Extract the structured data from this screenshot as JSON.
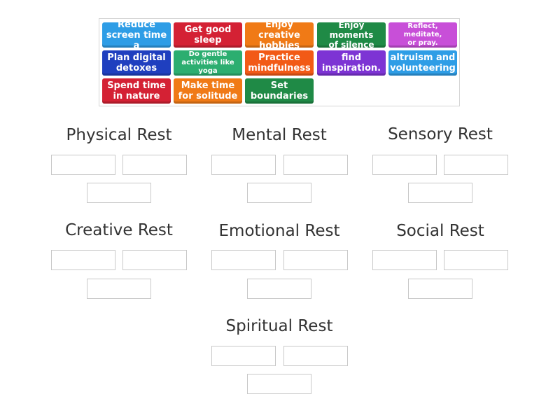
{
  "tiles": [
    {
      "label": "Reduce\nscreen time a",
      "color": "#2e9de6"
    },
    {
      "label": "Get good\nsleep",
      "color": "#d42134"
    },
    {
      "label": "Enjoy creative\nhobbies",
      "color": "#f07a16"
    },
    {
      "label": "Enjoy moments\nof silence",
      "color": "#1f8a46"
    },
    {
      "label": "Reflect, meditate,\nor pray.",
      "color": "#c84fd8"
    },
    {
      "label": "Plan digital\ndetoxes",
      "color": "#1f3fbf"
    },
    {
      "label": "Do gentle\nactivities like yoga",
      "color": "#2cae70"
    },
    {
      "label": "Practice\nmindfulness",
      "color": "#f25a16"
    },
    {
      "label": "find\ninspiration.",
      "color": "#7d34d4"
    },
    {
      "label": "altruism and\nvolunteering",
      "color": "#2e9de6"
    },
    {
      "label": "Spend time\nin nature",
      "color": "#d42134"
    },
    {
      "label": "Make time\nfor solitude",
      "color": "#f07a16"
    },
    {
      "label": "Set\nboundaries",
      "color": "#1f8a46"
    }
  ],
  "groups": [
    {
      "title": "Physical Rest"
    },
    {
      "title": "Mental Rest"
    },
    {
      "title": "Sensory Rest"
    },
    {
      "title": "Creative Rest"
    },
    {
      "title": "Emotional Rest"
    },
    {
      "title": "Social Rest"
    },
    {
      "title": "Spiritual Rest"
    }
  ]
}
